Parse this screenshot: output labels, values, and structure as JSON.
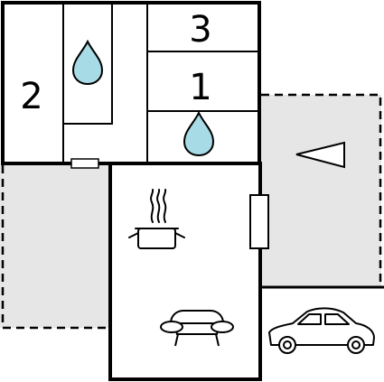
{
  "room_labels": {
    "bedroom_left": "2",
    "room_top_right": "3",
    "room_middle_right": "1"
  },
  "colors": {
    "wall": "#000000",
    "terrace": "#e6e6e6",
    "water_drop": "#a7dbe6",
    "background": "#ffffff"
  },
  "icons": [
    "water-drop-icon",
    "water-drop-icon",
    "cooking-pot-icon",
    "sofa-icon",
    "car-icon",
    "arrow-left-icon",
    "door-icon",
    "window-icon"
  ]
}
